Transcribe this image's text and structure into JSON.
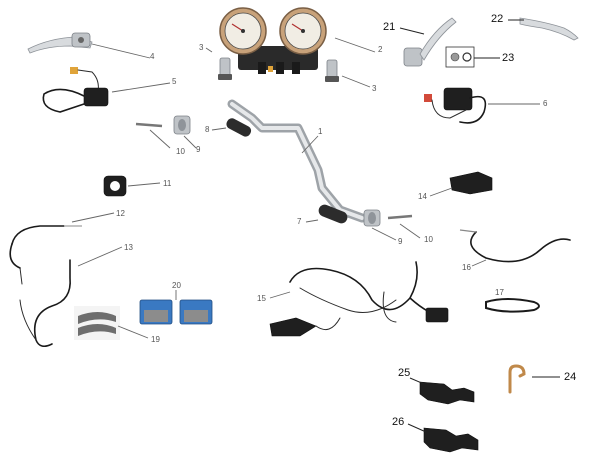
{
  "labels": {
    "l1": "1",
    "l2": "2",
    "l3a": "3",
    "l3b": "3",
    "l4": "4",
    "l5": "5",
    "l6": "6",
    "l7": "7",
    "l8": "8",
    "l9a": "9",
    "l9b": "9",
    "l10a": "10",
    "l10b": "10",
    "l11": "11",
    "l12": "12",
    "l13": "13",
    "l14": "14",
    "l15": "15",
    "l16": "16",
    "l17": "17",
    "l19": "19",
    "l20": "20",
    "l21": "21",
    "l22": "22",
    "l23": "23",
    "l24": "24",
    "l25": "25",
    "l26": "26"
  },
  "colors": {
    "background": "#ffffff",
    "brake_pad_blue": "#3a79c2",
    "connector_orange": "#e0a43a",
    "gauge_bezel": "#c8a27a"
  }
}
